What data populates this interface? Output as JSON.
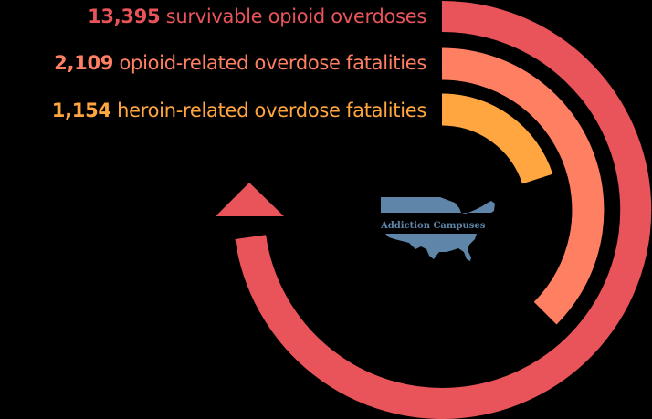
{
  "labels": [
    {
      "value": "13,395",
      "text": "survivable opioid overdoses",
      "color": "#E8545A"
    },
    {
      "value": "2,109",
      "text": "opioid-related overdose fatalities",
      "color": "#FF7F63"
    },
    {
      "value": "1,154",
      "text": "heroin-related overdose fatalities",
      "color": "#FFA640"
    }
  ],
  "logo": {
    "text": "Addiction Campuses",
    "color": "#5F86A8",
    "icon": "usa-map-icon"
  },
  "arrow": {
    "icon": "arrow-up-icon",
    "color": "#E8545A"
  },
  "colors": {
    "background": "#000000",
    "outer": "#E8545A",
    "middle": "#FF7F63",
    "inner": "#FFA640"
  }
}
